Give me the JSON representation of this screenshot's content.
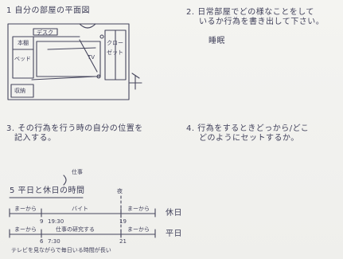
{
  "questions": {
    "q1": "1 自分の部屋の平面図",
    "q2_line1": "2. 日常部屋でどの様なことをして",
    "q2_line2": "いるか行為を書き出して下さい。",
    "q2_answer": "睡眠",
    "q3_line1": "3. その行為を行う時の自分の位置を",
    "q3_line2": "記入する。",
    "q4_line1": "4. 行為をするときどっから/どこ",
    "q4_line2": "どのようにセットするか。"
  },
  "floorplan": {
    "desk_label": "デスク",
    "bed_label": "ベッド",
    "shelf_label": "本棚",
    "closet_label1": "クロー",
    "closet_label2": "ゼット",
    "tv_label": "TV",
    "storage_label": "収納"
  },
  "timeline": {
    "annotation": "仕事",
    "title": "5 平日と休日の時間",
    "marker_top": "夜",
    "row1": {
      "seg1": "まーから",
      "seg2": "バイト",
      "seg3": "まーから",
      "time1": "9",
      "time2": "19:30",
      "time3": "19",
      "end_label": "休日"
    },
    "row2": {
      "seg1": "まーから",
      "seg2": "仕事の研究する",
      "seg3": "まーから",
      "time1": "6",
      "time2": "7:30",
      "time3": "21",
      "end_label": "平日"
    },
    "note": "テレビを見ながらで毎日いる時間が長い"
  }
}
